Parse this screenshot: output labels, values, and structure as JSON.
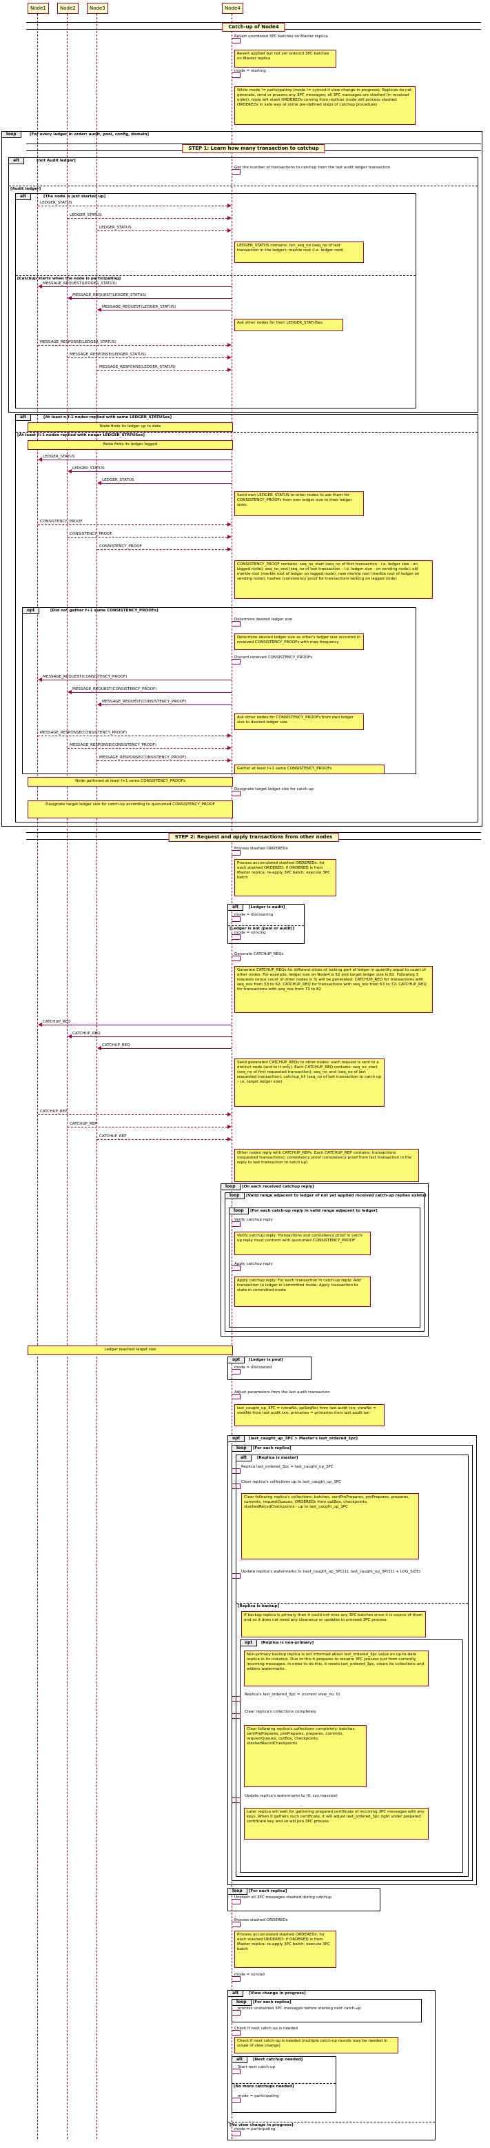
{
  "participants": [
    "Node1",
    "Node2",
    "Node3",
    "Node4"
  ],
  "sections": {
    "title": "Catch-up of Node4",
    "step1": "STEP 1: Learn how many transaction to catchup",
    "step2": "STEP 2:  Request and apply transactions from other nodes"
  },
  "messages": {
    "reverts": "Revert unordered 3PC batches on Master replica",
    "mode_start": "mode = starting",
    "get_num": "Get the number of transactions to catchup from the last audit ledger transaction",
    "ledger_status": "LEDGER_STATUS",
    "msg_req_ls": "MESSAGE_REQUEST(LEDGER_STATUS)",
    "msg_resp_ls": "MESSAGE_RESPONSE(LEDGER_STATUS)",
    "consistency": "CONSISTENCY_PROOF",
    "determine": "Determine desired ledger size",
    "discard": "Discard received CONSISTENCY_PROOFs",
    "msg_req_cp": "MESSAGE_REQUEST(CONSISTENCY_PROOF)",
    "msg_resp_cp": "MESSAGE_RESPONSE(CONSISTENCY_PROOF)",
    "designate": "Designate target ledger size for catch-up",
    "process_stashed": "Process stashed ORDEREDs",
    "mode_disc": "mode = discovering",
    "mode_sync": "mode = syncing",
    "gen_catchup": "Generate CATCHUP_REQs",
    "catchup_req": "CATCHUP_REQ",
    "catchup_rep": "CATCHUP_REP",
    "verify_rep": "Verify catchup reply",
    "apply_rep": "Apply catchup reply",
    "mode_disc2": "mode = discovered",
    "adjust": "Adjust parameters from the last audit transaction",
    "replica_last": "Replica last_ordered_3pc = last_caught_up_3PC",
    "clear_coll": "Clear replica's collections up to last_caught_up_3PC",
    "update_wm": "Update replica's watermarks to (last_caught_up_3PC[1], last_caught_up_3PC[1] + LOG_SIZE)",
    "replica_last2": "Replica's last_ordered_3pc = (current view_no, 0)",
    "clear_all": "Clear replica's collections completely",
    "update_wm2": "Update replica's watermarks to (0, sys.maxsize)",
    "unstash": "Unstash all 3PC messages stashed during catchup",
    "process_stashed2": "Process stashed ORDEREDs",
    "mode_sync2": "mode = synced",
    "process_unstashed": "process unstashed 3PC messages before starting next catch-up",
    "check_next": "Check if next catch-up is needed",
    "start_next": "Start next catch-up",
    "mode_part": "mode = participating",
    "mode_part2": "mode = participating"
  },
  "notes": {
    "n1": "Revert applied but not yet ordered 3PC batches on Master replica",
    "n2": "While mode != participating (mode != synced if view change in progress): Replicas do not generate, send or process any 3PC messages; all 3PC messages are stashed (in received order); node will stash ORDEREDs coming from replicas (node will process stashed ORDEREDs in safe way at some pre-defined steps of catchup procedure)",
    "n3": "LEDGER_STATUS contains: txn_seq_no (seq_no of last transaction in the ledger); merkle root (i.e. ledger root)",
    "n4": "Ask other nodes for their LEDGER_STATUSes",
    "n5": "Node finds its ledger up to date",
    "n6": "Node finds its ledger lagged",
    "n7": "Send own LEDGER_STATUS to other nodes to ask them for CONSISTENCY_PROOFs from own ledger size to their ledger sizes",
    "n8": "CONSISTENCY_PROOF contains: seq_no_start (seq_no of first transaction - i.e. ledger size - on lagged node); seq_no_end (seq_no of last transaction - i.e. ledger size - on sending node); old merkle root (merkle root of ledger on lagged node); new merkle root (merkle root of ledger on sending node); hashes (consistency proof for transactions lacking on lagged node)",
    "n9": "Determine desired ledger size as other's ledger size occurred in received CONSISTENCY_PROOFs with max frequency",
    "n10": "Ask other nodes for CONSISTENCY_PROOFs from own ledger size to desired ledger size",
    "n11": "Gather at least f+1 same CONSISTENCY_PROOFs",
    "n12": "Node gathered at least f+1 same CONSISTENCY_PROOFs",
    "n13": "Designate target ledger size for catch-up according to quorumed CONSISTENCY_PROOF",
    "n14": "Process accumulated stashed ORDEREDs: for each stashed ORDERED: if ORDERED is from Master replica: re-apply 3PC batch; execute 3PC batch",
    "n15": "Generate CATCHUP_REQs for different slices of lacking part of ledger in quantity equal to count of other nodes. For example, ledger size on Node4 is 52 and target ledger size is 82. Following 3 requests (since count of other nodes is 3) will be generated: CATCHUP_REQ for transactions with seq_nos from 53 to 62; CATCHUP_REQ for transactions with seq_nos from 63 to 72; CATCHUP_REQ for transactions with seq_nos from 73 to 82",
    "n16": "Send generated CATCHUP_REQs to other nodes: each request is sent to a distinct node (and to it only). Each CATCHUP_REQ contains: seq_no_start (seq_no of first requested transaction); seq_no_end (seq_no of last requested transaction); catchup_till (seq_no of last transaction to catch up - i.e. target ledger size)",
    "n17": "Other nodes reply with CATCHUP_REPs. Each CATCHUP_REP contains: transactions (requested transactions); consistency proof (consistency proof from last transaction in the reply to last transaction to catch up)",
    "n18": "Verify catchup reply: Transactions and consistency proof in catch-up reply must conform with quorumed CONSISTENCY_PROOF",
    "n19": "Apply catchup reply: For each transaction in catch-up reply: Add transaction to ledger in committed mode; Apply transaction to state in committed mode",
    "n20": "Ledger reached target size",
    "n21": "last_caught_up_3PC = (viewNo, ppSeqNo) from last audit txn; viewNo = viewNo from last audit txn; primaries = primaries from last audit txn",
    "n22": "Clear following replica's collections: batches, sentPrePrepares, prePrepares, prepares, commits, requestQueues, ORDEREDs from outBox, checkpoints, stashedRecvdCheckpoints - up to last_caught_up_3PC",
    "n23": "If backup replica is primary then it could not miss any 3PC batches since it is source of them and so it does not need any clearance or updates to proceed 3PC process.",
    "n24": "Non-primary backup replica is not informed about last_ordered_3pc value on up-to-date replica in its instance. Due to this it prepares to resume 3PC process just from currently incoming messages. In order to do this, it resets last_ordered_3pc, clears its collections and widens watermarks.",
    "n25": "Clear following replica's collections completely: batches, sentPrePrepares, prePrepares, prepares, commits, requestQueues, outBox, checkpoints, stashedRecvdCheckpoints",
    "n26": "Later replica will wait for gathering prepared certificate of incoming 3PC messages with any keys. When it gathers such certificate, it will adjust last_ordered_3pc right under prepared certificate key and so will join 3PC process.",
    "n27": "Process accumulated stashed ORDEREDs: for each stashed ORDERED: if ORDERED is from Master replica: re-apply 3PC batch; execute 3PC batch",
    "n28": "Check if next catch-up is needed (multiple catch-up rounds may be needed in scope of view change)"
  },
  "frames": {
    "loop1": "[For every ledger in order: audit, pool, config, domain]",
    "alt1": "[not Audit ledger]",
    "alt1b": "[Audit ledger]",
    "alt2": "[The node is just started up]",
    "alt2b": "[Catchup starts when the node is participating]",
    "alt3": "[At least n-f-1 nodes replied with same LEDGER_STATUSes]",
    "alt3b": "[At least f+1 nodes replied with newer LEDGER_STATUSes]",
    "opt1": "[Did not gather f+1 same CONSISTENCY_PROOFs]",
    "alt4": "[Ledger is audit]",
    "alt4b": "[Ledger is not (pool or audit)]",
    "loop2": "[On each received catchup reply]",
    "loop3": "[Valid range adjacent to ledger of not yet applied received catch-up replies exists]",
    "loop4": "[For each catch-up reply in valid range adjacent to ledger]",
    "opt2": "[Ledger is pool]",
    "opt3": "[last_caught_up_3PC > Master's last_ordered_3pc]",
    "loop5": "[For each replica]",
    "alt5": "[Replica is master]",
    "alt5b": "[Replica is backup]",
    "opt4": "[Replica is non-primary]",
    "loop6": "[For each replica]",
    "alt6": "[View change in progress]",
    "loop7": "[For each replica]",
    "alt7": "[Next catchup needed]",
    "alt7b": "[No more catchups needed]",
    "alt6b": "[No view change in progress]"
  }
}
